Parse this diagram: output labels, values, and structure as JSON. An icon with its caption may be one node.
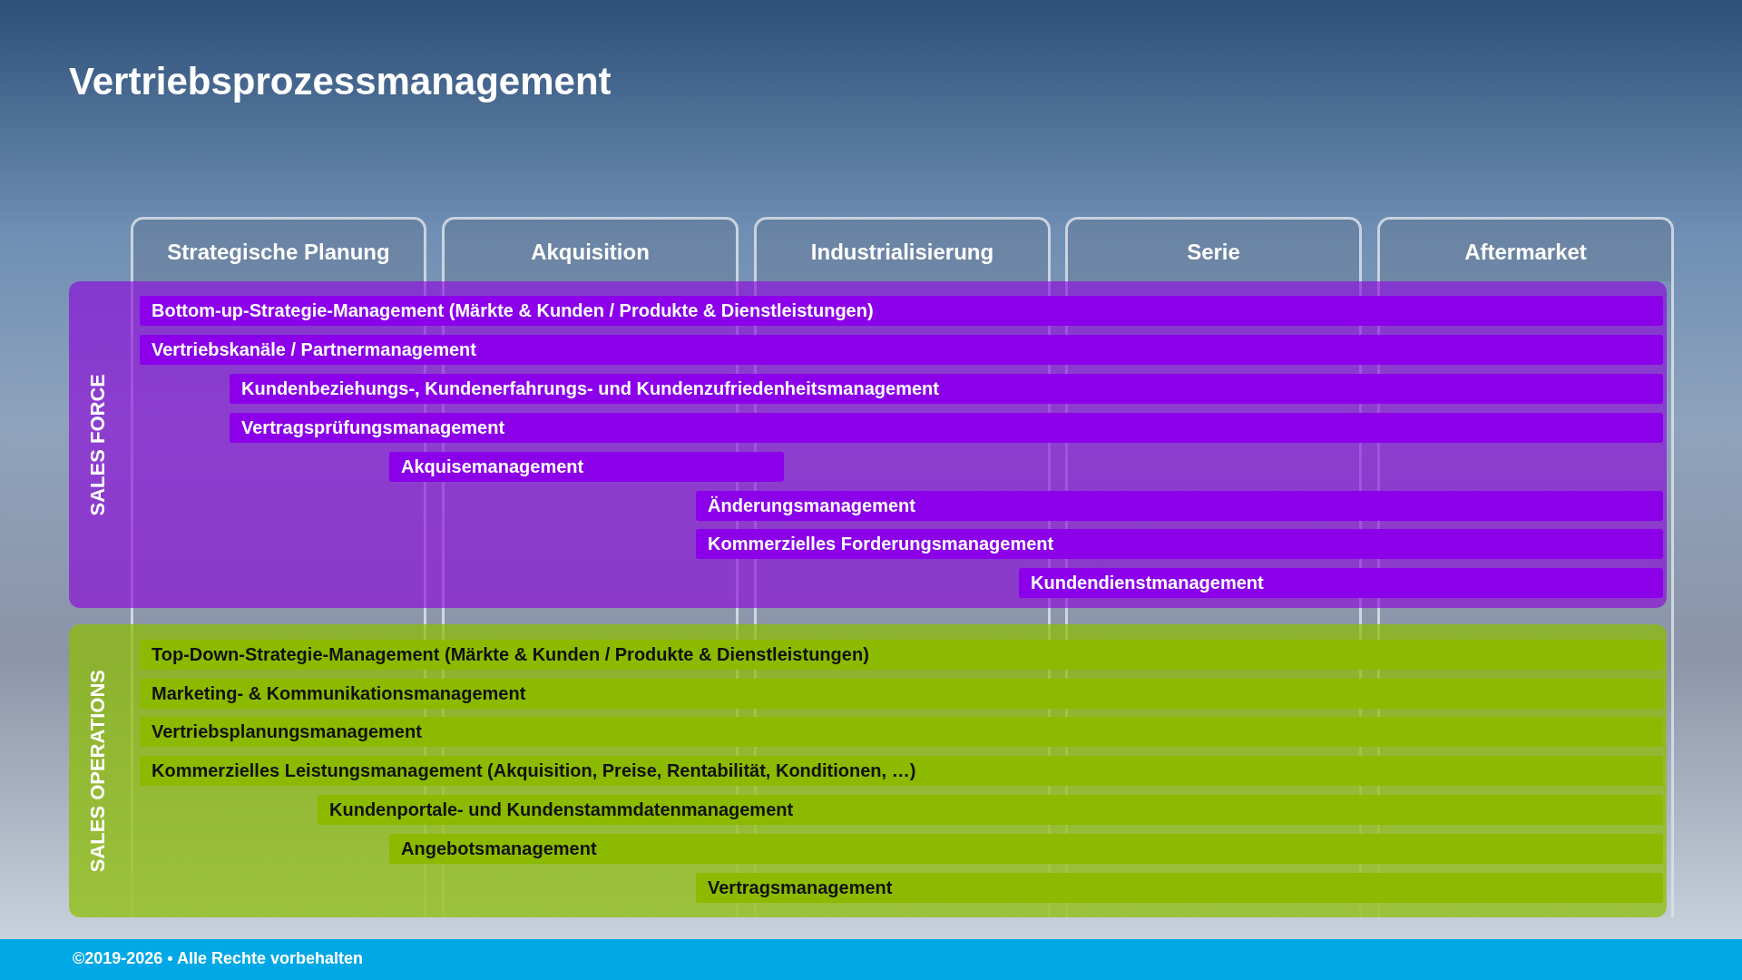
{
  "diagram": {
    "title": "Vertriebsprozessmanagement",
    "nodes": [
      {
        "text": [
          "Strategische Planung"
        ]
      },
      {
        "text": [
          "Akquisition"
        ]
      },
      {
        "text": [
          "Industrialisierung"
        ]
      },
      {
        "text": [
          "Serie"
        ]
      },
      {
        "text": [
          "Aftermarket"
        ]
      },
      {
        "text": [
          "SALES FORCE"
        ]
      },
      {
        "text": [
          "Bottom-up-Strategie-Management (Märkte & Kunden / Produkte & Dienstleistungen)"
        ],
        "in": 5
      },
      {
        "text": [
          "Vertriebskanäle / Partnermanagement"
        ],
        "in": 5
      },
      {
        "text": [
          "Kundenbeziehungs-, Kundenerfahrungs- und Kundenzufriedenheitsmanagement"
        ],
        "in": 5
      },
      {
        "text": [
          "Vertragsprüfungsmanagement"
        ],
        "in": 5
      },
      {
        "text": [
          "Akquisemanagement"
        ],
        "in": 5
      },
      {
        "text": [
          "Änderungsmanagement"
        ],
        "in": 5
      },
      {
        "text": [
          "Kommerzielles Forderungsmanagement"
        ],
        "in": 5
      },
      {
        "text": [
          "Kundendienstmanagement"
        ],
        "in": 5
      },
      {
        "text": [
          "SALES OPERATIONS"
        ]
      },
      {
        "text": [
          "Top-Down-Strategie-Management (Märkte & Kunden / Produkte & Dienstleistungen)"
        ],
        "in": 14
      },
      {
        "text": [
          "Marketing- & Kommunikationsmanagement"
        ],
        "in": 14
      },
      {
        "text": [
          "Vertriebsplanungsmanagement"
        ],
        "in": 14
      },
      {
        "text": [
          "Kommerzielles Leistungsmanagement (Akquisition, Preise, Rentabilität, Konditionen, …)"
        ],
        "in": 14
      },
      {
        "text": [
          "Kundenportale- und Kundenstammdatenmanagement"
        ],
        "in": 14
      },
      {
        "text": [
          "Angebotsmanagement"
        ],
        "in": 14
      },
      {
        "text": [
          "Vertragsmanagement"
        ],
        "in": 14
      }
    ],
    "labels": [
      "©2019-2026 • Alle Rechte vorbehalten"
    ]
  }
}
